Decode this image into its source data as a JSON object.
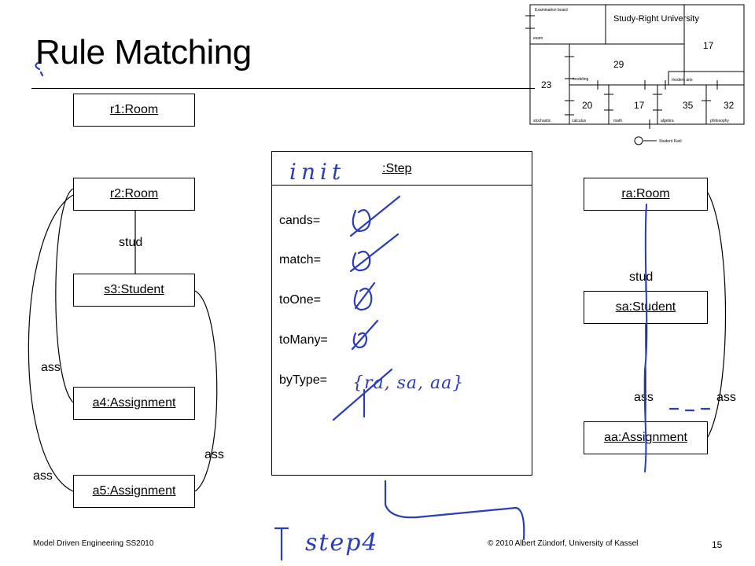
{
  "slide": {
    "title": "Rule Matching",
    "page_number": "15",
    "footer_left": "Model Driven Engineering SS2010",
    "footer_center": "© 2010 Albert Zündorf, University of Kassel"
  },
  "left_graph": {
    "r1": "r1:Room",
    "r2": "r2:Room",
    "s3": "s3:Student",
    "a4": "a4:Assignment",
    "a5": "a5:Assignment",
    "stud": "stud",
    "ass_1": "ass",
    "ass_2": "ass",
    "ass_3": "ass"
  },
  "step": {
    "header": ":Step",
    "attrs": [
      "cands=",
      "match=",
      "toOne=",
      "toMany=",
      "byType="
    ]
  },
  "right_graph": {
    "ra": "ra:Room",
    "sa": "sa:Student",
    "aa": "aa:Assignment",
    "stud": "stud",
    "ass_1": "ass",
    "ass_2": "ass"
  },
  "minimap": {
    "labels": {
      "examination_board": "Examination board",
      "exam": "exam",
      "university": "Study-Right University",
      "modeling": "modeling",
      "modern_arts": "modern arts",
      "stochastic": "stochastic",
      "calculus": "calculus",
      "math": "math",
      "algebra": "algebra",
      "philosophy": "philosophy",
      "student_karli": "Student Karli"
    },
    "numbers": {
      "n17_top": "17",
      "n29": "29",
      "n23": "23",
      "n20": "20",
      "n17_mid": "17",
      "n35": "35",
      "n32": "32"
    }
  },
  "handwriting": {
    "init": "init",
    "byType_value": "{ra, sa, aa}",
    "step4": "step4"
  },
  "colors": {
    "ink": "#2a3cb8",
    "text": "#000000"
  }
}
